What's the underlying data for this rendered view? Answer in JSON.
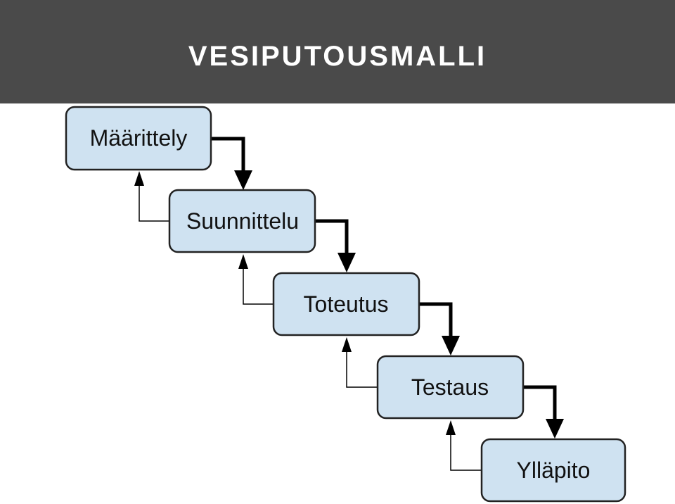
{
  "slide": {
    "title": "VESIPUTOUSMALLI"
  },
  "diagram": {
    "stages": [
      {
        "label": "Määrittely"
      },
      {
        "label": "Suunnittelu"
      },
      {
        "label": "Toteutus"
      },
      {
        "label": "Testaus"
      },
      {
        "label": "Ylläpito"
      }
    ],
    "box_fill": "#cfe2f1",
    "box_stroke": "#222222",
    "arrow_color": "#000000"
  }
}
